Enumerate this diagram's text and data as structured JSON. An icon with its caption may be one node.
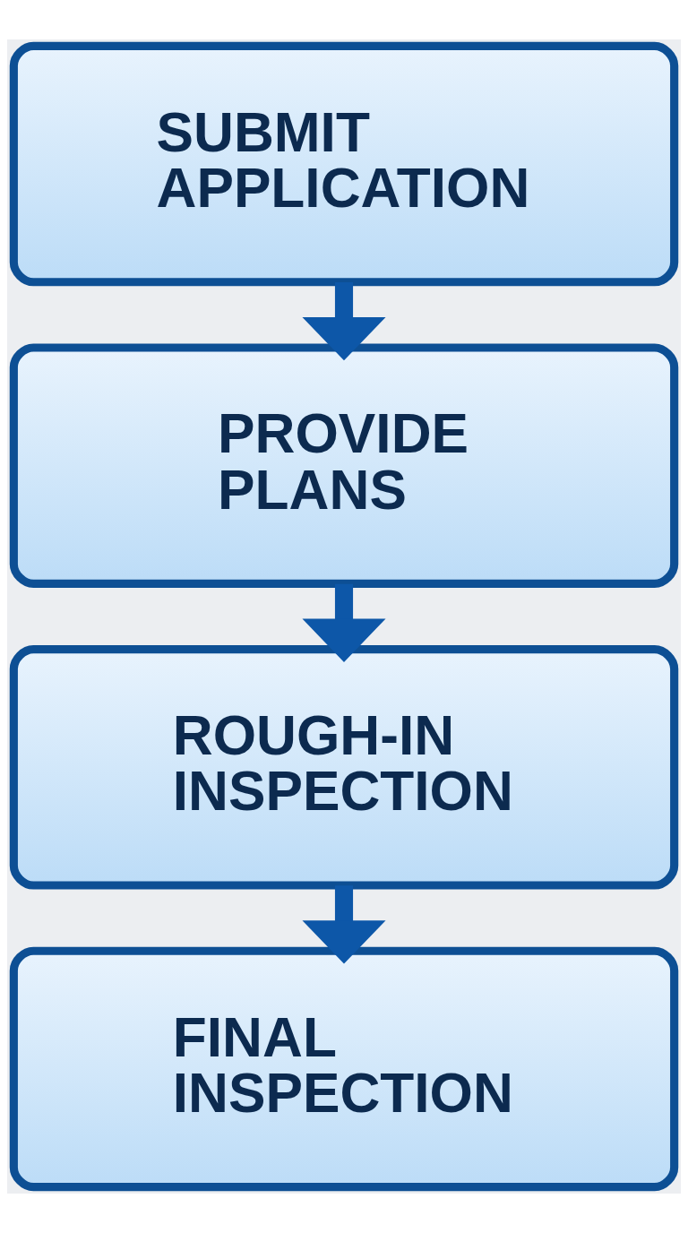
{
  "diagram": {
    "nodes": [
      {
        "text": [
          "SUBMIT APPLICATION"
        ]
      },
      {
        "text": [
          "PROVIDE PLANS"
        ]
      },
      {
        "text": [
          "ROUGH-IN INSPECTION"
        ]
      },
      {
        "text": [
          "FINAL INSPECTION"
        ]
      }
    ],
    "edges": [
      {
        "from": 0,
        "to": 1,
        "arrow": "to"
      },
      {
        "from": 1,
        "to": 2,
        "arrow": "to"
      },
      {
        "from": 2,
        "to": 3,
        "arrow": "to"
      }
    ]
  }
}
